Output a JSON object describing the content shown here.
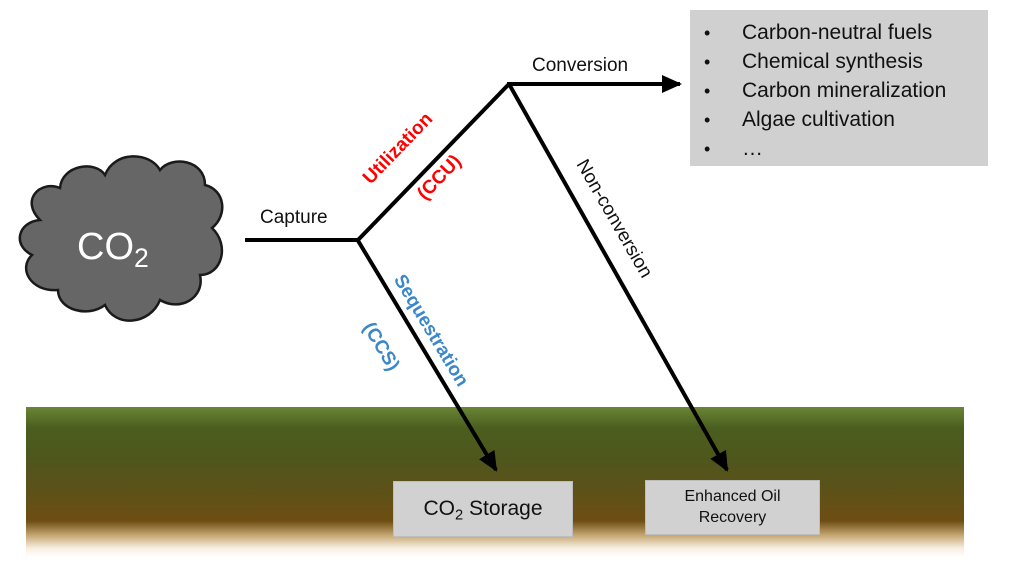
{
  "source": {
    "label_main": "CO",
    "label_sub": "2",
    "shape": "cloud",
    "fill_color": "#666666"
  },
  "edges": {
    "capture": "Capture",
    "utilization": "Utilization",
    "utilization_abbr": "(CCU)",
    "sequestration": "Sequestration",
    "sequestration_abbr": "(CCS)",
    "conversion": "Conversion",
    "non_conversion": "Non-conversion"
  },
  "colors": {
    "utilization": "#ff0000",
    "sequestration": "#3b87c8",
    "box": "#d0d0d0"
  },
  "conversion_products": {
    "items": [
      "Carbon-neutral fuels",
      "Chemical synthesis",
      "Carbon mineralization",
      "Algae cultivation",
      "…"
    ],
    "bullet": "•"
  },
  "destinations": {
    "storage_main": "CO",
    "storage_sub": "2",
    "storage_rest": " Storage",
    "eor_line1": "Enhanced Oil",
    "eor_line2": "Recovery"
  }
}
